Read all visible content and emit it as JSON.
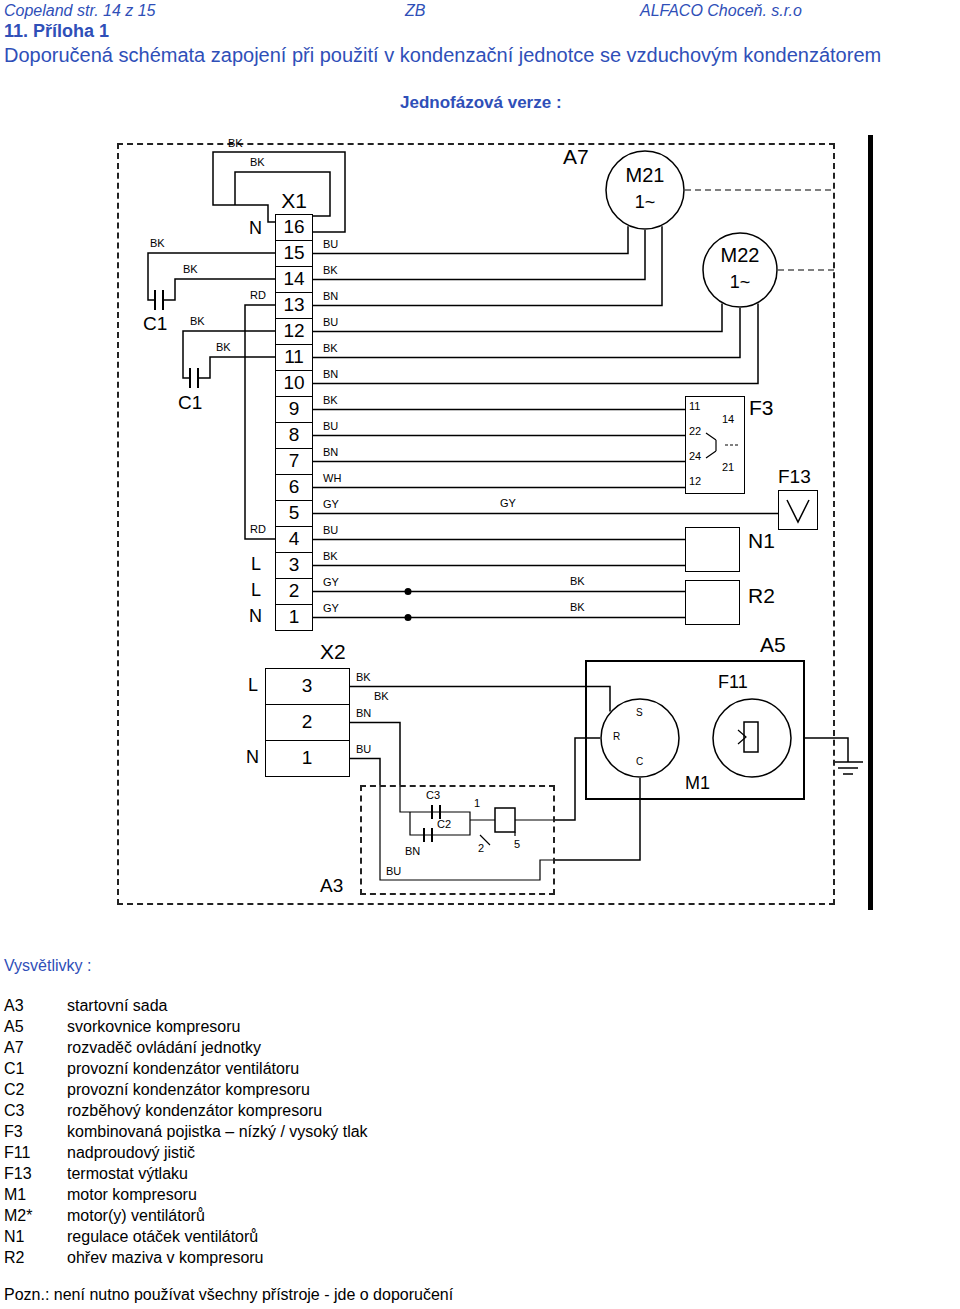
{
  "diagram": {
    "title": "11. Příloha 1",
    "nodes": [
      {
        "text": [
          "A7"
        ]
      },
      {
        "text": [
          "X1"
        ],
        "in": 0
      },
      {
        "text": [
          "16"
        ],
        "in": 1
      },
      {
        "text": [
          "15"
        ],
        "in": 1
      },
      {
        "text": [
          "14"
        ],
        "in": 1
      },
      {
        "text": [
          "13"
        ],
        "in": 1
      },
      {
        "text": [
          "12"
        ],
        "in": 1
      },
      {
        "text": [
          "11"
        ],
        "in": 1
      },
      {
        "text": [
          "10"
        ],
        "in": 1
      },
      {
        "text": [
          "9"
        ],
        "in": 1
      },
      {
        "text": [
          "8"
        ],
        "in": 1
      },
      {
        "text": [
          "7"
        ],
        "in": 1
      },
      {
        "text": [
          "6"
        ],
        "in": 1
      },
      {
        "text": [
          "5"
        ],
        "in": 1
      },
      {
        "text": [
          "4"
        ],
        "in": 1
      },
      {
        "text": [
          "3"
        ],
        "in": 1
      },
      {
        "text": [
          "2"
        ],
        "in": 1
      },
      {
        "text": [
          "1"
        ],
        "in": 1
      },
      {
        "text": [
          "M21",
          "1~"
        ],
        "in": 0
      },
      {
        "text": [
          "M22",
          "1~"
        ],
        "in": 0
      },
      {
        "text": [
          "F3",
          "11",
          "22",
          "24",
          "12",
          "14",
          "21"
        ],
        "in": 0
      },
      {
        "text": [
          "F13"
        ],
        "in": 0
      },
      {
        "text": [
          "N1"
        ],
        "in": 0
      },
      {
        "text": [
          "R2"
        ],
        "in": 0
      },
      {
        "text": [
          "X2"
        ],
        "in": 0
      },
      {
        "text": [
          "3"
        ],
        "in": 24
      },
      {
        "text": [
          "2"
        ],
        "in": 24
      },
      {
        "text": [
          "1"
        ],
        "in": 24
      },
      {
        "text": [
          "A5"
        ],
        "in": 0
      },
      {
        "text": [
          "S",
          "R",
          "C"
        ],
        "in": 28
      },
      {
        "text": [
          "F11"
        ],
        "in": 28
      },
      {
        "text": [
          "A3"
        ],
        "in": 0
      }
    ],
    "edges": [
      {
        "from": 3,
        "to": 18,
        "arrow": "none",
        "label": "BU"
      },
      {
        "from": 4,
        "to": 18,
        "arrow": "none",
        "label": "BK"
      },
      {
        "from": 5,
        "to": 18,
        "arrow": "none",
        "label": "BN"
      },
      {
        "from": 6,
        "to": 19,
        "arrow": "none",
        "label": "BU"
      },
      {
        "from": 7,
        "to": 19,
        "arrow": "none",
        "label": "BK"
      },
      {
        "from": 8,
        "to": 19,
        "arrow": "none",
        "label": "BN"
      },
      {
        "from": 9,
        "to": 20,
        "arrow": "none",
        "label": "BK"
      },
      {
        "from": 10,
        "to": 20,
        "arrow": "none",
        "label": "BU"
      },
      {
        "from": 11,
        "to": 20,
        "arrow": "none",
        "label": "BN"
      },
      {
        "from": 12,
        "to": 20,
        "arrow": "none",
        "label": "WH"
      },
      {
        "from": 13,
        "to": 21,
        "arrow": "none",
        "label": "GY"
      },
      {
        "from": 14,
        "to": 22,
        "arrow": "none",
        "label": "BU"
      },
      {
        "from": 15,
        "to": 22,
        "arrow": "none",
        "label": "BK"
      },
      {
        "from": 16,
        "to": 23,
        "arrow": "none",
        "label": "GY"
      },
      {
        "from": 17,
        "to": 23,
        "arrow": "none",
        "label": "GY"
      },
      {
        "from": 25,
        "to": 29,
        "arrow": "none",
        "label": "BK"
      },
      {
        "from": 26,
        "to": 31,
        "arrow": "none",
        "label": "BN"
      },
      {
        "from": 27,
        "to": 31,
        "arrow": "none",
        "label": "BU"
      },
      {
        "from": 31,
        "to": 29,
        "arrow": "none"
      },
      {
        "from": 31,
        "to": 29,
        "arrow": "none"
      }
    ],
    "labels": [
      "Copeland str. 14 z 15",
      "ZB",
      "ALFACO Choceň. s.r.o",
      "Doporučená schémata zapojení při použití v kondenzační jednotce se vzduchovým kondenzátorem",
      "Jednofázová verze :",
      "BK",
      "BK",
      "BK",
      "BK",
      "BK",
      "BK",
      "RD",
      "RD",
      "C1",
      "C1",
      "N",
      "L",
      "L",
      "N",
      "GY",
      "BK",
      "BK",
      "L",
      "N",
      "BK",
      "M1",
      "C3",
      "C2",
      "1",
      "2",
      "5",
      "BN",
      "BU",
      "Vysvětlivky :",
      "A3",
      "startovní sada",
      "A5",
      "svorkovnice kompresoru",
      "A7",
      "rozvaděč ovládání jednotky",
      "C1",
      "provozní kondenzátor ventilátoru",
      "C2",
      "provozní kondenzátor kompresoru",
      "C3",
      "rozběhový kondenzátor kompresoru",
      "F3",
      "kombinovaná pojistka – nízký / vysoký tlak",
      "F11",
      "nadproudový jistič",
      "F13",
      "termostat výtlaku",
      "M1",
      "motor kompresoru",
      "M2*",
      "motor(y) ventilátorů",
      "N1",
      "regulace otáček ventilátorů",
      "R2",
      "ohřev maziva v kompresoru",
      "Pozn.: není nutno používat všechny přístroje - jde o doporučení"
    ]
  }
}
